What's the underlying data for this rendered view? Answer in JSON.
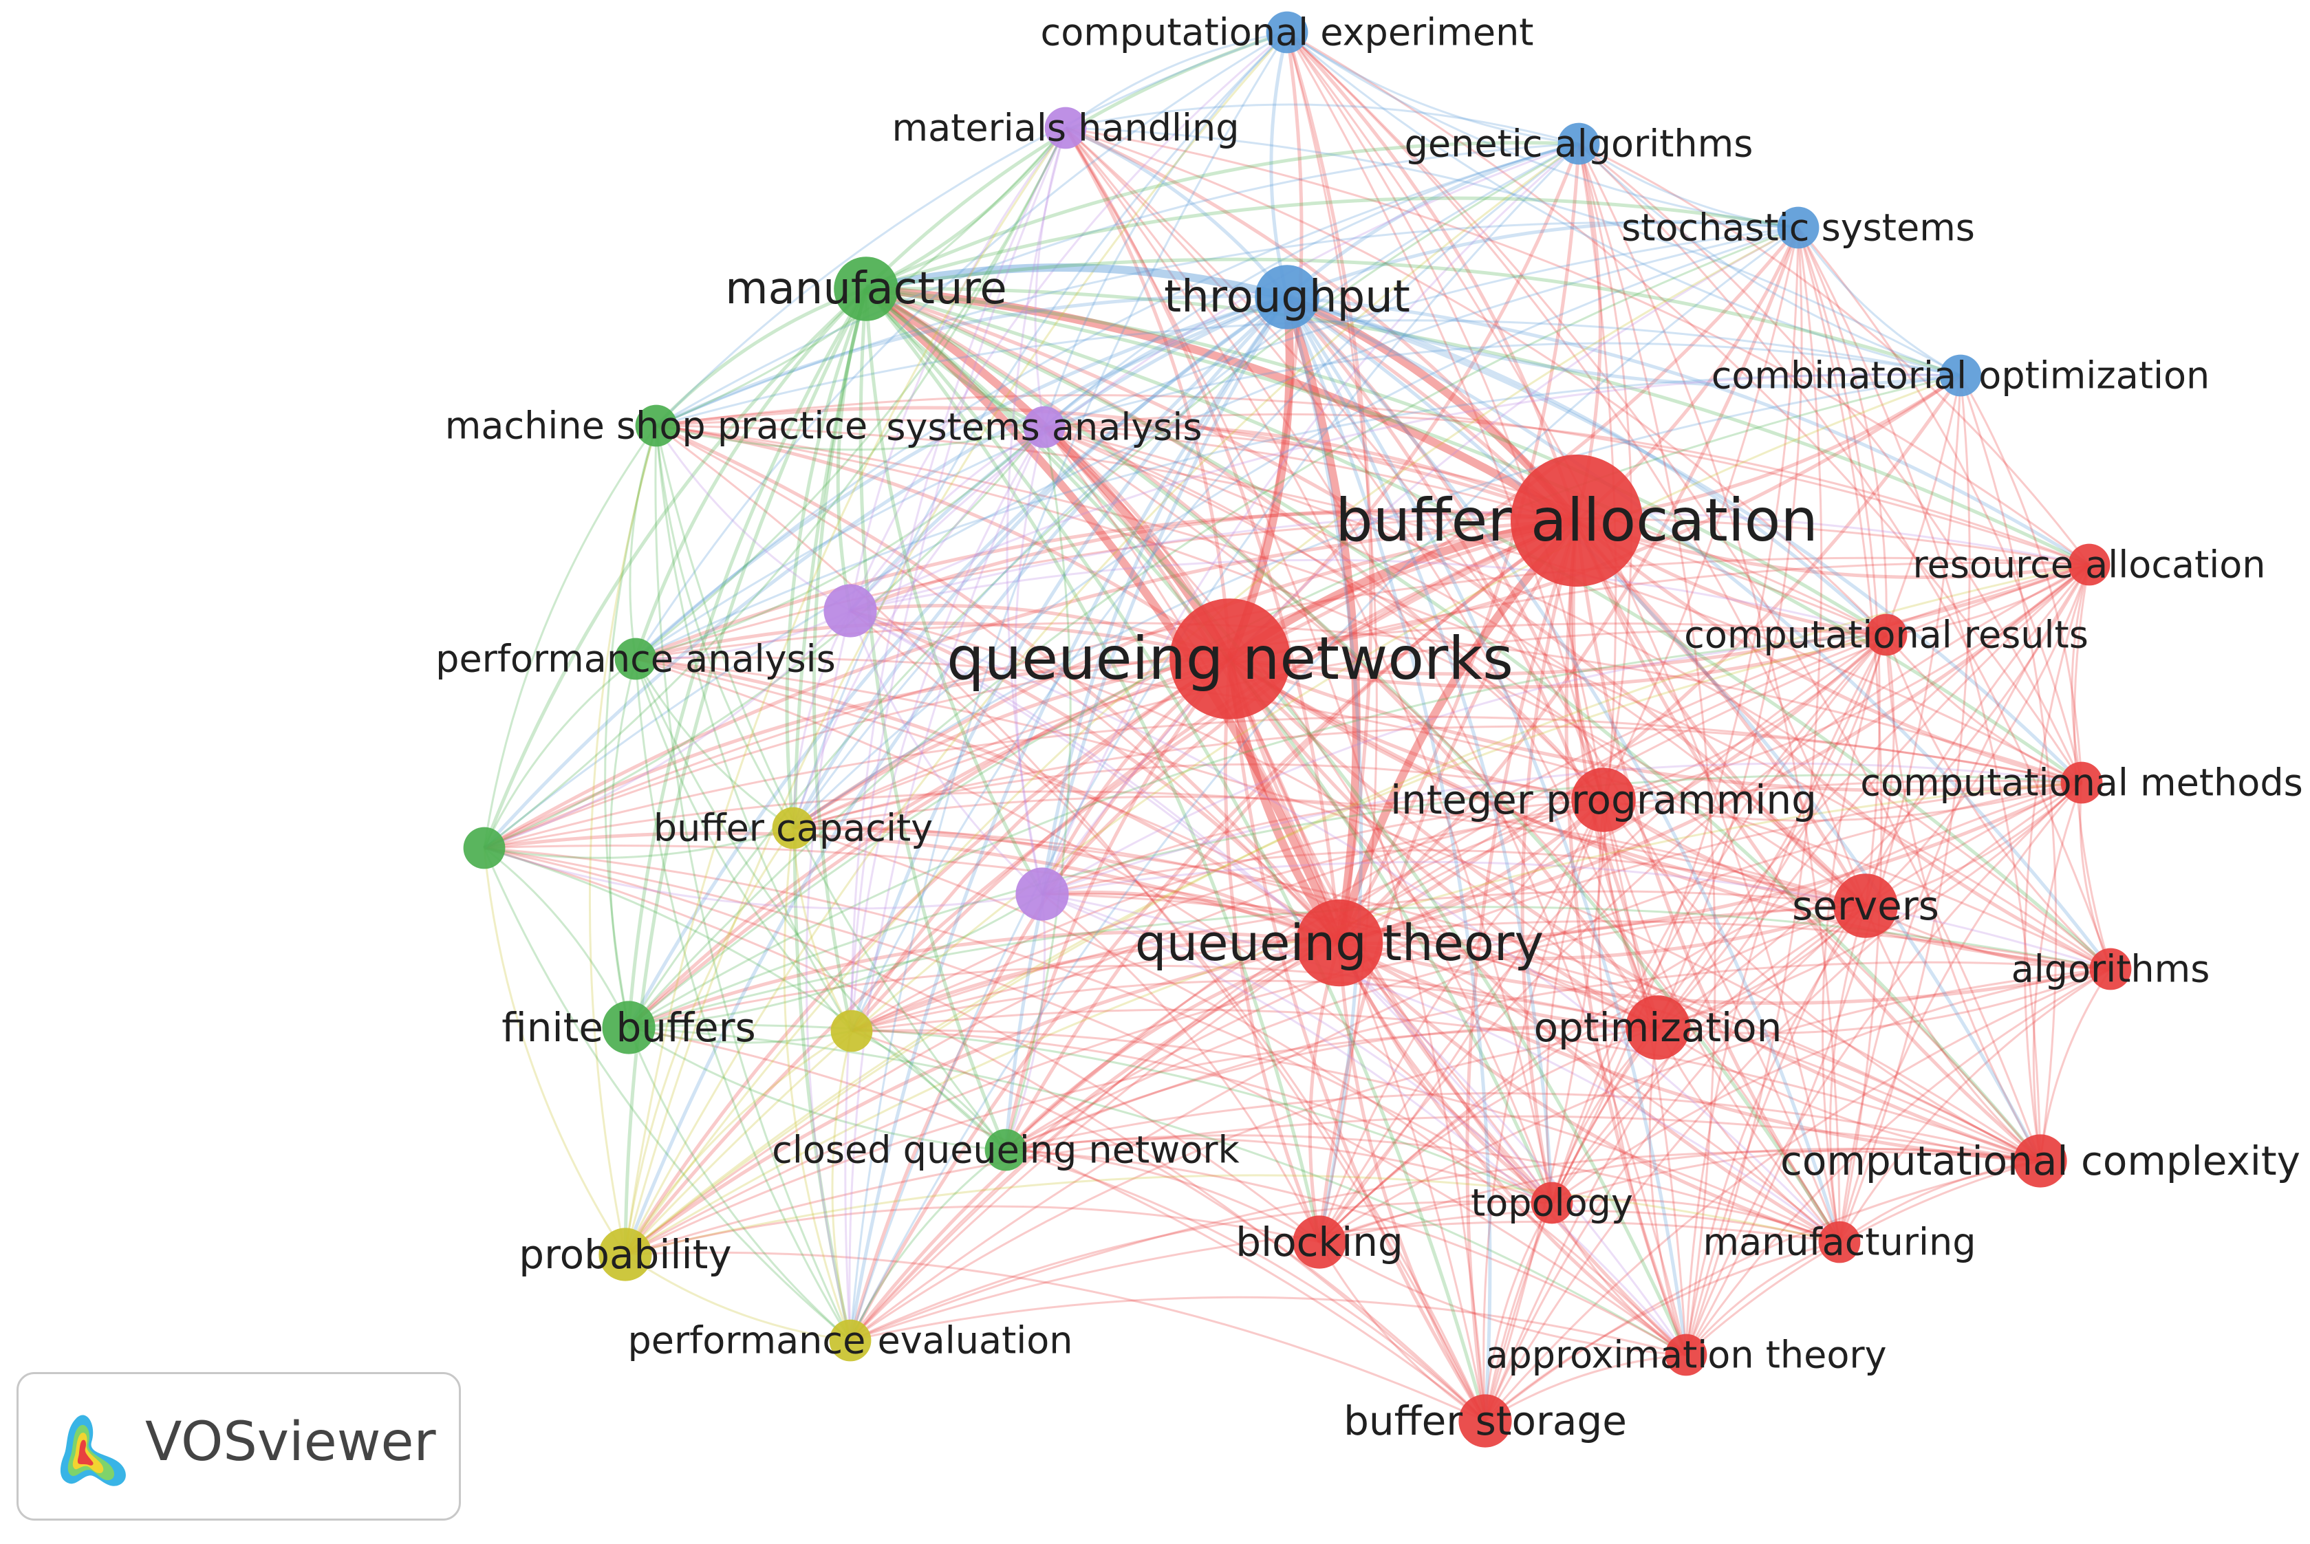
{
  "colors": {
    "red": "#e8403f",
    "blue": "#5b9bd8",
    "green": "#4caf50",
    "purple": "#b987e3",
    "yellow": "#c9c22e"
  },
  "nodes": [
    {
      "id": "buffer-allocation",
      "label": "buffer allocation",
      "cluster": "red",
      "weight": 10
    },
    {
      "id": "queueing-networks",
      "label": "queueing networks",
      "cluster": "red",
      "weight": 9
    },
    {
      "id": "queueing-theory",
      "label": "queueing theory",
      "cluster": "red",
      "weight": 6
    },
    {
      "id": "integer-programming",
      "label": "integer programming",
      "cluster": "red",
      "weight": 4
    },
    {
      "id": "optimization",
      "label": "optimization",
      "cluster": "red",
      "weight": 4
    },
    {
      "id": "servers",
      "label": "servers",
      "cluster": "red",
      "weight": 4
    },
    {
      "id": "computational-results",
      "label": "computational results",
      "cluster": "red",
      "weight": 2
    },
    {
      "id": "resource-allocation",
      "label": "resource allocation",
      "cluster": "red",
      "weight": 2
    },
    {
      "id": "computational-methods",
      "label": "computational methods",
      "cluster": "red",
      "weight": 2
    },
    {
      "id": "algorithms",
      "label": "algorithms",
      "cluster": "red",
      "weight": 2
    },
    {
      "id": "computational-complexity",
      "label": "computational complexity",
      "cluster": "red",
      "weight": 3
    },
    {
      "id": "manufacturing",
      "label": "manufacturing",
      "cluster": "red",
      "weight": 2
    },
    {
      "id": "topology",
      "label": "topology",
      "cluster": "red",
      "weight": 2
    },
    {
      "id": "blocking",
      "label": "blocking",
      "cluster": "red",
      "weight": 3
    },
    {
      "id": "approximation-theory",
      "label": "approximation theory",
      "cluster": "red",
      "weight": 2
    },
    {
      "id": "buffer-storage",
      "label": "buffer storage",
      "cluster": "red",
      "weight": 3
    },
    {
      "id": "computational-experiment",
      "label": "computational experiment",
      "cluster": "blue",
      "weight": 2
    },
    {
      "id": "genetic-algorithms",
      "label": "genetic algorithms",
      "cluster": "blue",
      "weight": 2
    },
    {
      "id": "stochastic-systems",
      "label": "stochastic systems",
      "cluster": "blue",
      "weight": 2
    },
    {
      "id": "throughput",
      "label": "throughput",
      "cluster": "blue",
      "weight": 4
    },
    {
      "id": "combinatorial-optimization",
      "label": "combinatorial optimization",
      "cluster": "blue",
      "weight": 2
    },
    {
      "id": "manufacture",
      "label": "manufacture",
      "cluster": "green",
      "weight": 4
    },
    {
      "id": "machine-shop-practice",
      "label": "machine shop practice",
      "cluster": "green",
      "weight": 2
    },
    {
      "id": "performance-analysis",
      "label": "performance analysis",
      "cluster": "green",
      "weight": 2
    },
    {
      "id": "finite-buffers",
      "label": "finite buffers",
      "cluster": "green",
      "weight": 3
    },
    {
      "id": "closed-queueing-network",
      "label": "closed queueing network",
      "cluster": "green",
      "weight": 2
    },
    {
      "id": "green-unlabeled",
      "label": "",
      "cluster": "green",
      "weight": 2
    },
    {
      "id": "materials-handling",
      "label": "materials handling",
      "cluster": "purple",
      "weight": 2
    },
    {
      "id": "systems-analysis",
      "label": "systems analysis",
      "cluster": "purple",
      "weight": 2
    },
    {
      "id": "purple-unlabeled-1",
      "label": "",
      "cluster": "purple",
      "weight": 3
    },
    {
      "id": "purple-unlabeled-2",
      "label": "",
      "cluster": "purple",
      "weight": 3
    },
    {
      "id": "buffer-capacity",
      "label": "buffer capacity",
      "cluster": "yellow",
      "weight": 2
    },
    {
      "id": "yellow-unlabeled",
      "label": "",
      "cluster": "yellow",
      "weight": 2
    },
    {
      "id": "probability",
      "label": "probability",
      "cluster": "yellow",
      "weight": 3
    },
    {
      "id": "performance-evaluation",
      "label": "performance evaluation",
      "cluster": "yellow",
      "weight": 2
    }
  ],
  "brand": {
    "name": "VOSviewer"
  }
}
